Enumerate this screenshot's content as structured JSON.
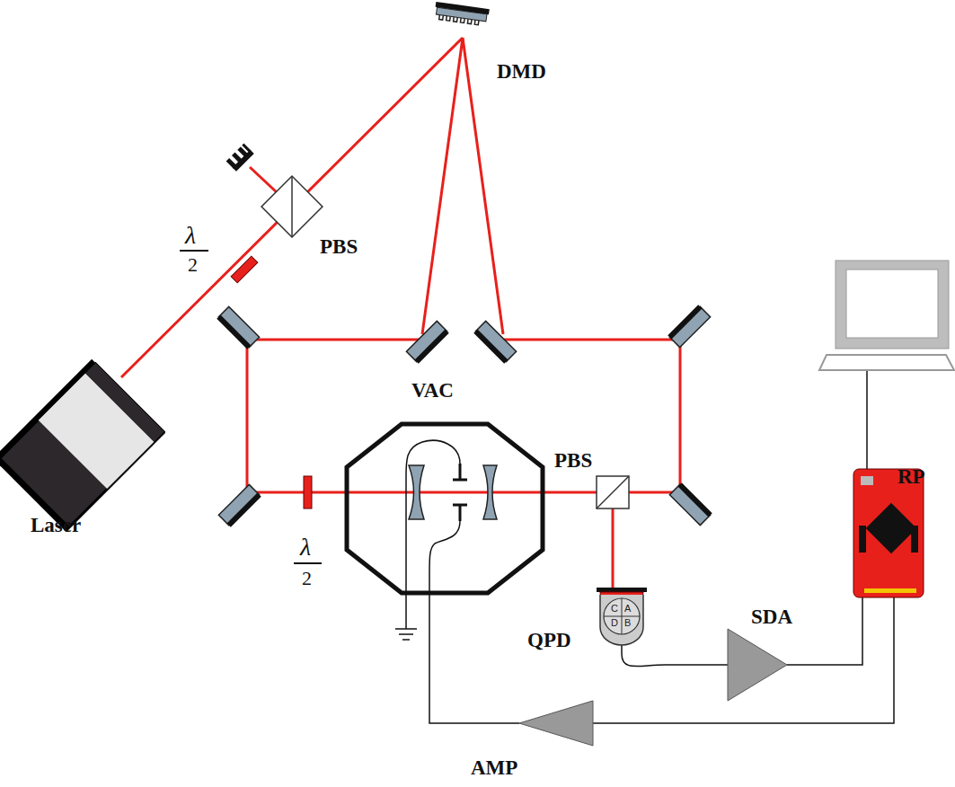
{
  "diagram": {
    "labels": [
      "DMD",
      "PBS",
      "λ",
      "2",
      "Laser",
      "VAC",
      "PBS",
      "λ",
      "2",
      "QPD",
      "C",
      "A",
      "D",
      "B",
      "SDA",
      "RP",
      "AMP"
    ]
  }
}
